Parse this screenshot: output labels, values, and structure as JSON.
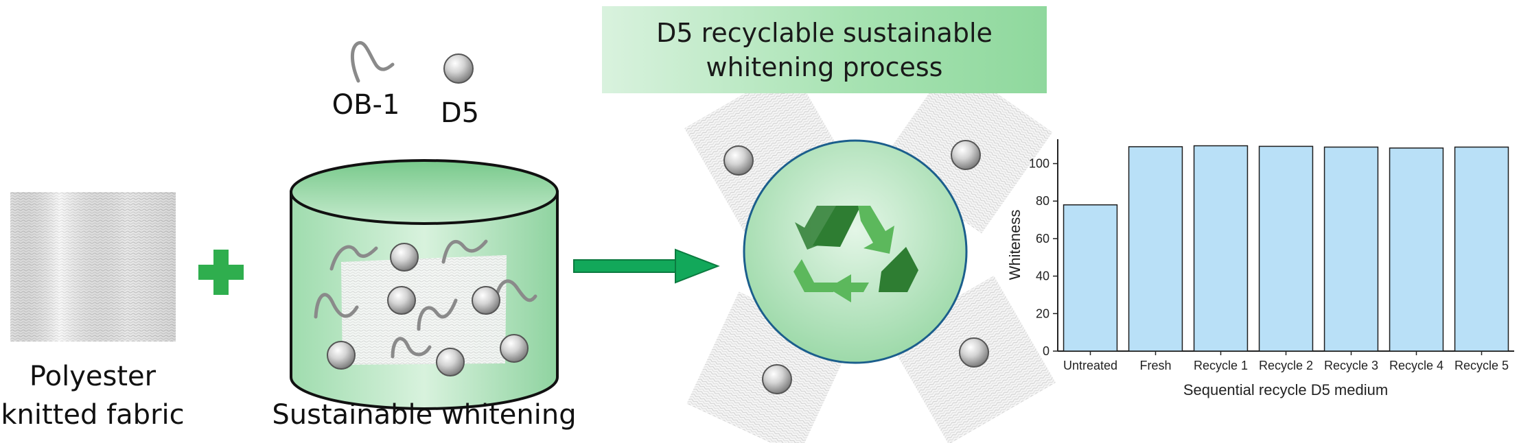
{
  "banner": {
    "line1": "D5 recyclable sustainable",
    "line2": "whitening process"
  },
  "legend": {
    "ob1_label": "OB-1",
    "d5_label": "D5"
  },
  "fabric": {
    "line1": "Polyester",
    "line2": "knitted fabric"
  },
  "tank": {
    "label": "Sustainable whitening"
  },
  "colors": {
    "green_accent": "#2fae4e",
    "arrow_green": "#12a85a",
    "bar_fill": "#b9e0f7",
    "tank_green": "#b8e6c2",
    "recycle_dark": "#2e7d32",
    "recycle_light": "#5cb85c"
  },
  "icons": [
    "plus-icon",
    "arrow-right-icon",
    "recycle-icon",
    "sphere-icon",
    "fiber-icon"
  ],
  "chart_data": {
    "type": "bar",
    "categories": [
      "Untreated",
      "Fresh",
      "Recycle 1",
      "Recycle 2",
      "Recycle 3",
      "Recycle 4",
      "Recycle 5"
    ],
    "values": [
      78,
      109,
      109.5,
      109.2,
      108.8,
      108.3,
      108.8
    ],
    "xlabel": "Sequential recycle D5 medium",
    "ylabel": "Whiteness",
    "ylim": [
      0,
      113
    ],
    "yticks": [
      0,
      20,
      40,
      60,
      80,
      100
    ],
    "grid": false
  }
}
